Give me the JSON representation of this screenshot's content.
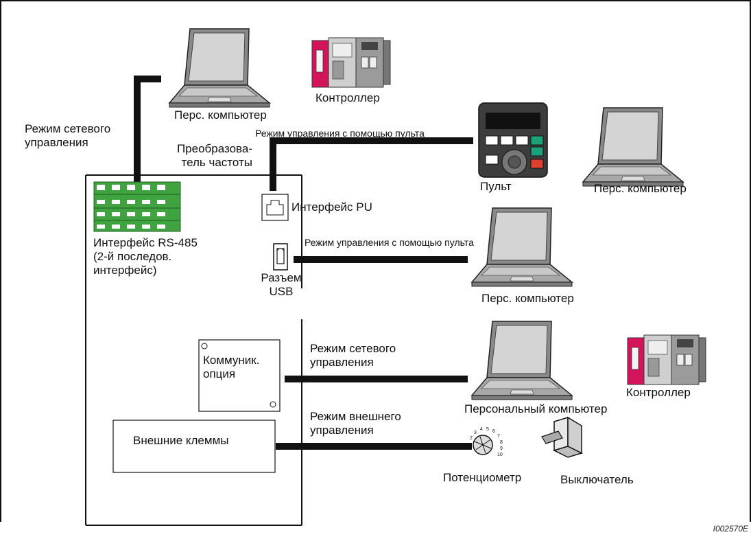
{
  "labels": {
    "network_mode_top": "Режим сетевого\nуправления",
    "pc_top": "Перс. компьютер",
    "controller_top": "Контроллер",
    "inverter": "Преобразова-\nтель частоты",
    "pu_mode": "Режим управления с помощью пульта",
    "pult": "Пульт",
    "pc_right": "Перс. компьютер",
    "pu_interface": "Интерфейс PU",
    "rs485": "Интерфейс RS-485\n(2-й последов.\nинтерфейс)",
    "usb_mode": "Режим управления с помощью пульта",
    "usb_port": "Разъем\nUSB",
    "pc_usb": "Перс. компьютер",
    "comm_option": "Коммуник.\nопция",
    "network_mode_bottom": "Режим сетевого\nуправления",
    "pc_full": "Персональный компьютер",
    "controller_bottom": "Контроллер",
    "external_terminals": "Внешние клеммы",
    "external_mode": "Режим внешнего\nуправления",
    "potentiometer": "Потенциометр",
    "switch": "Выключатель",
    "figure_ref": "I002570E"
  },
  "colors": {
    "rs485_green": "#3fa33f",
    "controller_red": "#d4145a",
    "pult_green": "#1aa37a",
    "pult_red": "#e04030"
  }
}
